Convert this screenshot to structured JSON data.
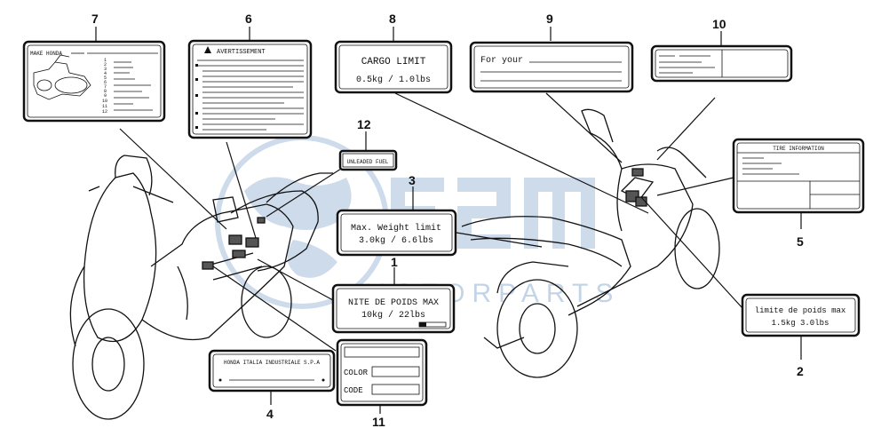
{
  "callouts": {
    "n1": "1",
    "n2": "2",
    "n3": "3",
    "n4": "4",
    "n5": "5",
    "n6": "6",
    "n7": "7",
    "n8": "8",
    "n9": "9",
    "n10": "10",
    "n11": "11",
    "n12": "12"
  },
  "labels": {
    "make_honda": "MAKE HONDA",
    "avertissement": "AVERTISSEMENT",
    "cargo_title": "CARGO LIMIT",
    "cargo_value": "0.5kg  /  1.0lbs",
    "for_your": "For your",
    "tire_information": "TIRE INFORMATION",
    "unleaded": "UNLEADED FUEL",
    "max_weight_title": "Max. Weight limit",
    "max_weight_value": "3.0kg  /  6.6lbs",
    "poids_title": "NITE DE POIDS MAX",
    "poids_value": "10kg  /  22lbs",
    "limite_title": "limite de poids max",
    "limite_value": "1.5kg    3.0lbs",
    "honda_italia": "HONDA ITALIA INDUSTRIALE S.P.A",
    "color": "COLOR",
    "code": "CODE"
  },
  "list_numbers": [
    "1",
    "2",
    "3",
    "4",
    "5",
    "6",
    "7",
    "8",
    "9",
    "10",
    "11",
    "12"
  ],
  "watermark": {
    "text": "MOTORPARTS",
    "color": "#9db8d8"
  },
  "colors": {
    "line": "#111111",
    "watermark": "#4f7fb8"
  }
}
